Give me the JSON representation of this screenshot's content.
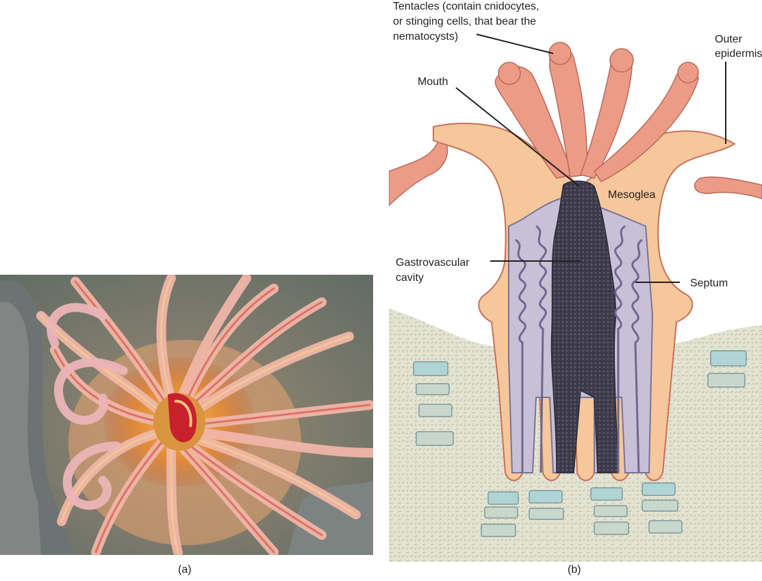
{
  "panels": {
    "a": {
      "caption": "(a)",
      "image": "sea-anemone-photo"
    },
    "b": {
      "caption": "(b)",
      "image": "anemone-cross-section-illustration",
      "labels": {
        "tentacles_1": "Tentacles (contain cnidocytes,",
        "tentacles_2": "or stinging cells, that bear the",
        "tentacles_3": "nematocysts)",
        "mouth": "Mouth",
        "outer_1": "Outer",
        "outer_2": "epidermis",
        "mesoglea": "Mesoglea",
        "gastro_1": "Gastrovascular",
        "gastro_2": "cavity",
        "septum": "Septum"
      }
    }
  },
  "colors": {
    "tentacle": "#ec9c86",
    "mesoglea": "#f5c79a",
    "cavity": "#3c3a4a",
    "septum": "#8c87a6",
    "substrate": "#dcdccb",
    "stone": "#a9d3d8"
  }
}
